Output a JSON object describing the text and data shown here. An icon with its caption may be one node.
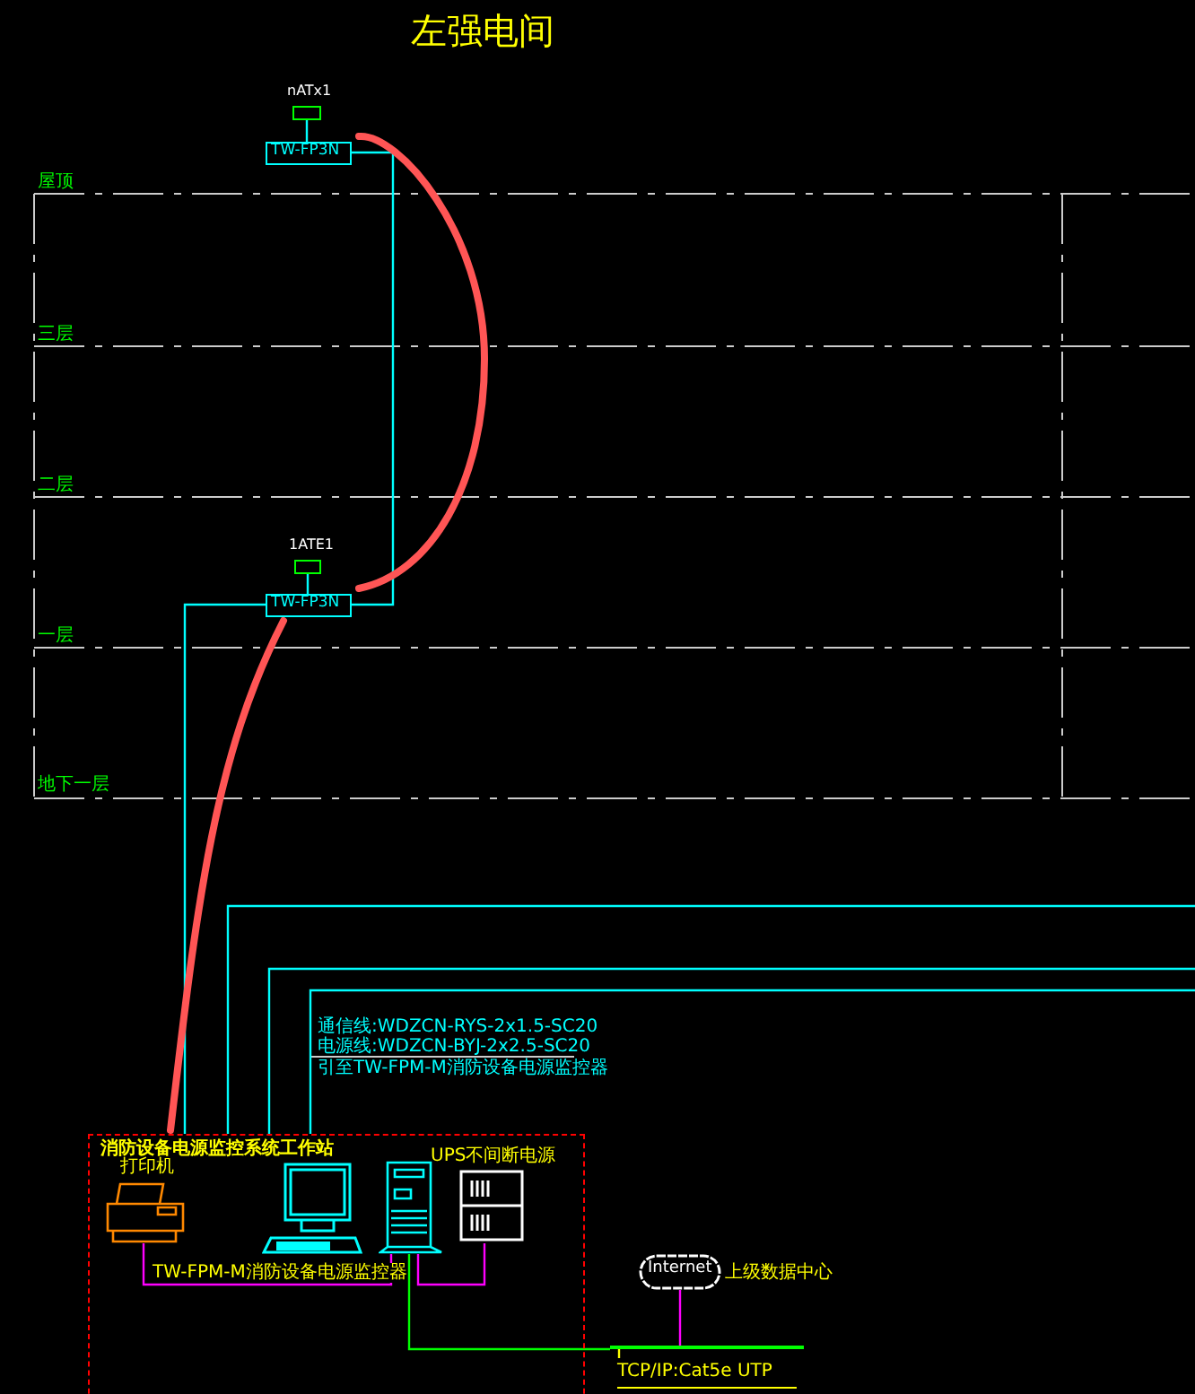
{
  "diagram": {
    "title": "左强电间",
    "nodes": [
      {
        "text": [
          "nATx1"
        ]
      },
      {
        "text": [
          "TW-FP3N"
        ]
      },
      {
        "text": [
          "1ATE1"
        ]
      },
      {
        "text": [
          "TW-FP3N"
        ]
      },
      {
        "text": [
          "消防设备电源监控系统工作站"
        ]
      },
      {
        "text": [
          "打印机"
        ],
        "in": 4
      },
      {
        "text": [],
        "shape": "picture",
        "in": 4
      },
      {
        "text": [],
        "shape": "picture",
        "in": 4
      },
      {
        "text": [
          "UPS不间断电源"
        ],
        "in": 4
      },
      {
        "text": [
          "Internet"
        ],
        "beside": [
          "上级数据中心"
        ]
      },
      {
        "text": [],
        "shape": "bar"
      },
      {
        "text": [
          "TCP/IP:Cat5e UTP"
        ]
      }
    ],
    "edges": [
      {
        "from": 0,
        "to": 1,
        "arrow": "none"
      },
      {
        "from": 2,
        "to": 3,
        "arrow": "none"
      },
      {
        "from": 1,
        "to": 3,
        "arrow": "none"
      },
      {
        "from": 3,
        "to": 4,
        "arrow": "none"
      },
      {
        "from": 4,
        "to": null,
        "arrow": "none"
      },
      {
        "from": 4,
        "to": null,
        "arrow": "none"
      },
      {
        "from": 4,
        "to": null,
        "arrow": "none"
      },
      {
        "from": 5,
        "to": 7,
        "arrow": "none",
        "label": "TW-FPM-M消防设备电源监控器",
        "color": "#ff00ff"
      },
      {
        "from": 8,
        "to": 7,
        "arrow": "none",
        "color": "#ff00ff"
      },
      {
        "from": 7,
        "to": 10,
        "arrow": "none",
        "color": "#00ff00"
      },
      {
        "from": 9,
        "to": 10,
        "arrow": "none",
        "color": "#ff00ff"
      },
      {
        "from": 11,
        "to": 10,
        "arrow": "none",
        "color": "#ffff00"
      }
    ],
    "labels": [
      "屋顶",
      "三层",
      "二层",
      "一层",
      "地下一层",
      "通信线:WDZCN-RYS-2x1.5-SC20",
      "电源线:WDZCN-BYJ-2x2.5-SC20",
      "引至TW-FPM-M消防设备电源监控器"
    ]
  }
}
